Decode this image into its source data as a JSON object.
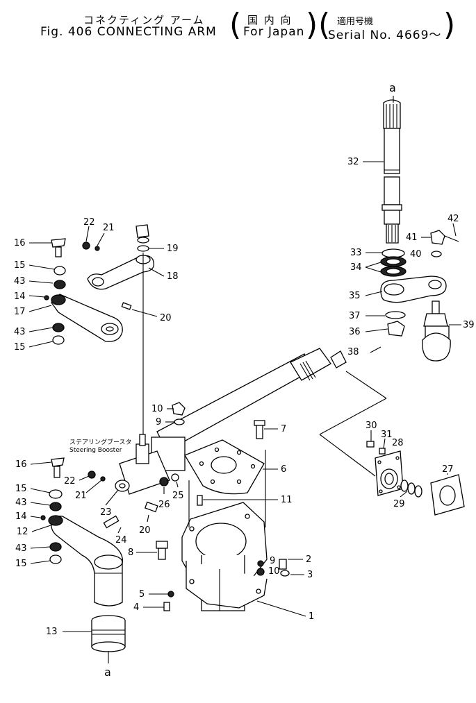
{
  "header": {
    "title_jp": "コネクティング アーム",
    "title_en": "Fig. 406 CONNECTING ARM",
    "region_jp": "国 内 向",
    "region_en": "For Japan",
    "serial_jp": "適用号機",
    "serial_en": "Serial No. 4669～"
  },
  "booster_label": {
    "jp": "ステアリングブースタ",
    "en": "Steering Booster"
  },
  "connector_letter": "a",
  "callouts": [
    {
      "id": "c1",
      "num": "1"
    },
    {
      "id": "c2",
      "num": "2"
    },
    {
      "id": "c3",
      "num": "3"
    },
    {
      "id": "c4",
      "num": "4"
    },
    {
      "id": "c5",
      "num": "5"
    },
    {
      "id": "c6",
      "num": "6"
    },
    {
      "id": "c7",
      "num": "7"
    },
    {
      "id": "c8",
      "num": "8"
    },
    {
      "id": "c9a",
      "num": "9"
    },
    {
      "id": "c9b",
      "num": "9"
    },
    {
      "id": "c10a",
      "num": "10"
    },
    {
      "id": "c10b",
      "num": "10"
    },
    {
      "id": "c11",
      "num": "11"
    },
    {
      "id": "c12",
      "num": "12"
    },
    {
      "id": "c13",
      "num": "13"
    },
    {
      "id": "c14a",
      "num": "14"
    },
    {
      "id": "c14b",
      "num": "14"
    },
    {
      "id": "c15a",
      "num": "15"
    },
    {
      "id": "c15b",
      "num": "15"
    },
    {
      "id": "c15c",
      "num": "15"
    },
    {
      "id": "c15d",
      "num": "15"
    },
    {
      "id": "c16a",
      "num": "16"
    },
    {
      "id": "c16b",
      "num": "16"
    },
    {
      "id": "c17",
      "num": "17"
    },
    {
      "id": "c18",
      "num": "18"
    },
    {
      "id": "c19",
      "num": "19"
    },
    {
      "id": "c20a",
      "num": "20"
    },
    {
      "id": "c20b",
      "num": "20"
    },
    {
      "id": "c21a",
      "num": "21"
    },
    {
      "id": "c21b",
      "num": "21"
    },
    {
      "id": "c22a",
      "num": "22"
    },
    {
      "id": "c22b",
      "num": "22"
    },
    {
      "id": "c23",
      "num": "23"
    },
    {
      "id": "c24",
      "num": "24"
    },
    {
      "id": "c25",
      "num": "25"
    },
    {
      "id": "c26",
      "num": "26"
    },
    {
      "id": "c27",
      "num": "27"
    },
    {
      "id": "c28",
      "num": "28"
    },
    {
      "id": "c29",
      "num": "29"
    },
    {
      "id": "c30",
      "num": "30"
    },
    {
      "id": "c31",
      "num": "31"
    },
    {
      "id": "c32",
      "num": "32"
    },
    {
      "id": "c33",
      "num": "33"
    },
    {
      "id": "c34",
      "num": "34"
    },
    {
      "id": "c35",
      "num": "35"
    },
    {
      "id": "c36",
      "num": "36"
    },
    {
      "id": "c37",
      "num": "37"
    },
    {
      "id": "c38",
      "num": "38"
    },
    {
      "id": "c39",
      "num": "39"
    },
    {
      "id": "c40",
      "num": "40"
    },
    {
      "id": "c41",
      "num": "41"
    },
    {
      "id": "c42",
      "num": "42"
    },
    {
      "id": "c43a",
      "num": "43"
    },
    {
      "id": "c43b",
      "num": "43"
    },
    {
      "id": "c43c",
      "num": "43"
    },
    {
      "id": "c43d",
      "num": "43"
    }
  ]
}
